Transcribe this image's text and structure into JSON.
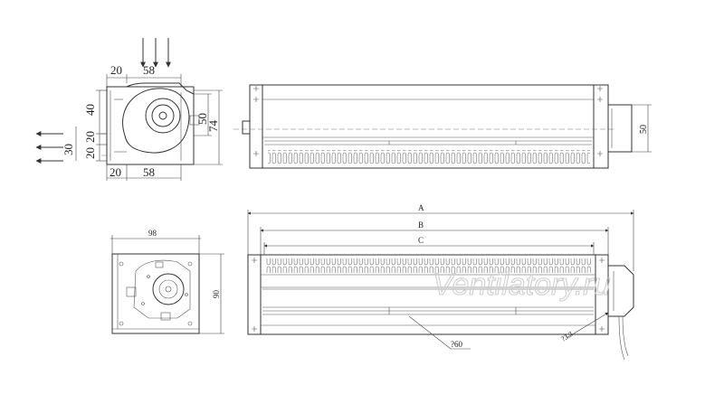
{
  "top_view": {
    "dim_top_left": "20",
    "dim_top_right": "58",
    "dim_40": "40",
    "dim_30": "30",
    "dim_20a": "20",
    "dim_20b": "20",
    "dim_bottom_left": "20",
    "dim_bottom_right": "58",
    "dim_50": "50",
    "dim_74": "74"
  },
  "side_view_top": {
    "dim_50": "50"
  },
  "front_view": {
    "dim_98": "98",
    "dim_90": "90"
  },
  "main_view": {
    "label_a": "A",
    "label_b": "B",
    "label_c": "C",
    "dia_label": "?60",
    "cable_label": "?3.3"
  },
  "watermark": "Ventilatory.ru"
}
